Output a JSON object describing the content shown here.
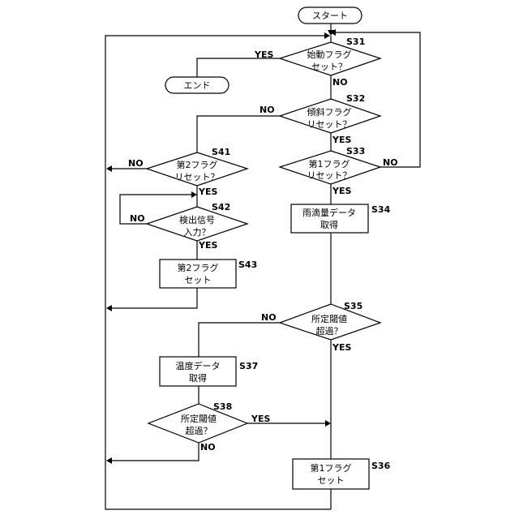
{
  "nodes": {
    "start": {
      "text": "スタート"
    },
    "end": {
      "text": "エンド"
    },
    "s31": {
      "step": "S31",
      "line1": "始動フラグ",
      "line2": "セット？"
    },
    "s32": {
      "step": "S32",
      "line1": "傾斜フラグ",
      "line2": "リセット？"
    },
    "s33": {
      "step": "S33",
      "line1": "第1フラグ",
      "line2": "リセット？"
    },
    "s34": {
      "step": "S34",
      "line1": "雨滴量データ",
      "line2": "取得"
    },
    "s35": {
      "step": "S35",
      "line1": "所定閾値",
      "line2": "超過？"
    },
    "s36": {
      "step": "S36",
      "line1": "第1フラグ",
      "line2": "セット"
    },
    "s37": {
      "step": "S37",
      "line1": "温度データ",
      "line2": "取得"
    },
    "s38": {
      "step": "S38",
      "line1": "所定閾値",
      "line2": "超過？"
    },
    "s41": {
      "step": "S41",
      "line1": "第2フラグ",
      "line2": "リセット？"
    },
    "s42": {
      "step": "S42",
      "line1": "検出信号",
      "line2": "入力？"
    },
    "s43": {
      "step": "S43",
      "line1": "第2フラグ",
      "line2": "セット"
    }
  },
  "labels": {
    "s31_yes": "YES",
    "s31_no": "NO",
    "s32_no": "NO",
    "s32_yes": "YES",
    "s33_no": "NO",
    "s33_yes": "YES",
    "s41_no": "NO",
    "s41_yes": "YES",
    "s42_no": "NO",
    "s42_yes": "YES",
    "s35_no": "NO",
    "s35_yes": "YES",
    "s38_yes": "YES",
    "s38_no": "NO"
  }
}
